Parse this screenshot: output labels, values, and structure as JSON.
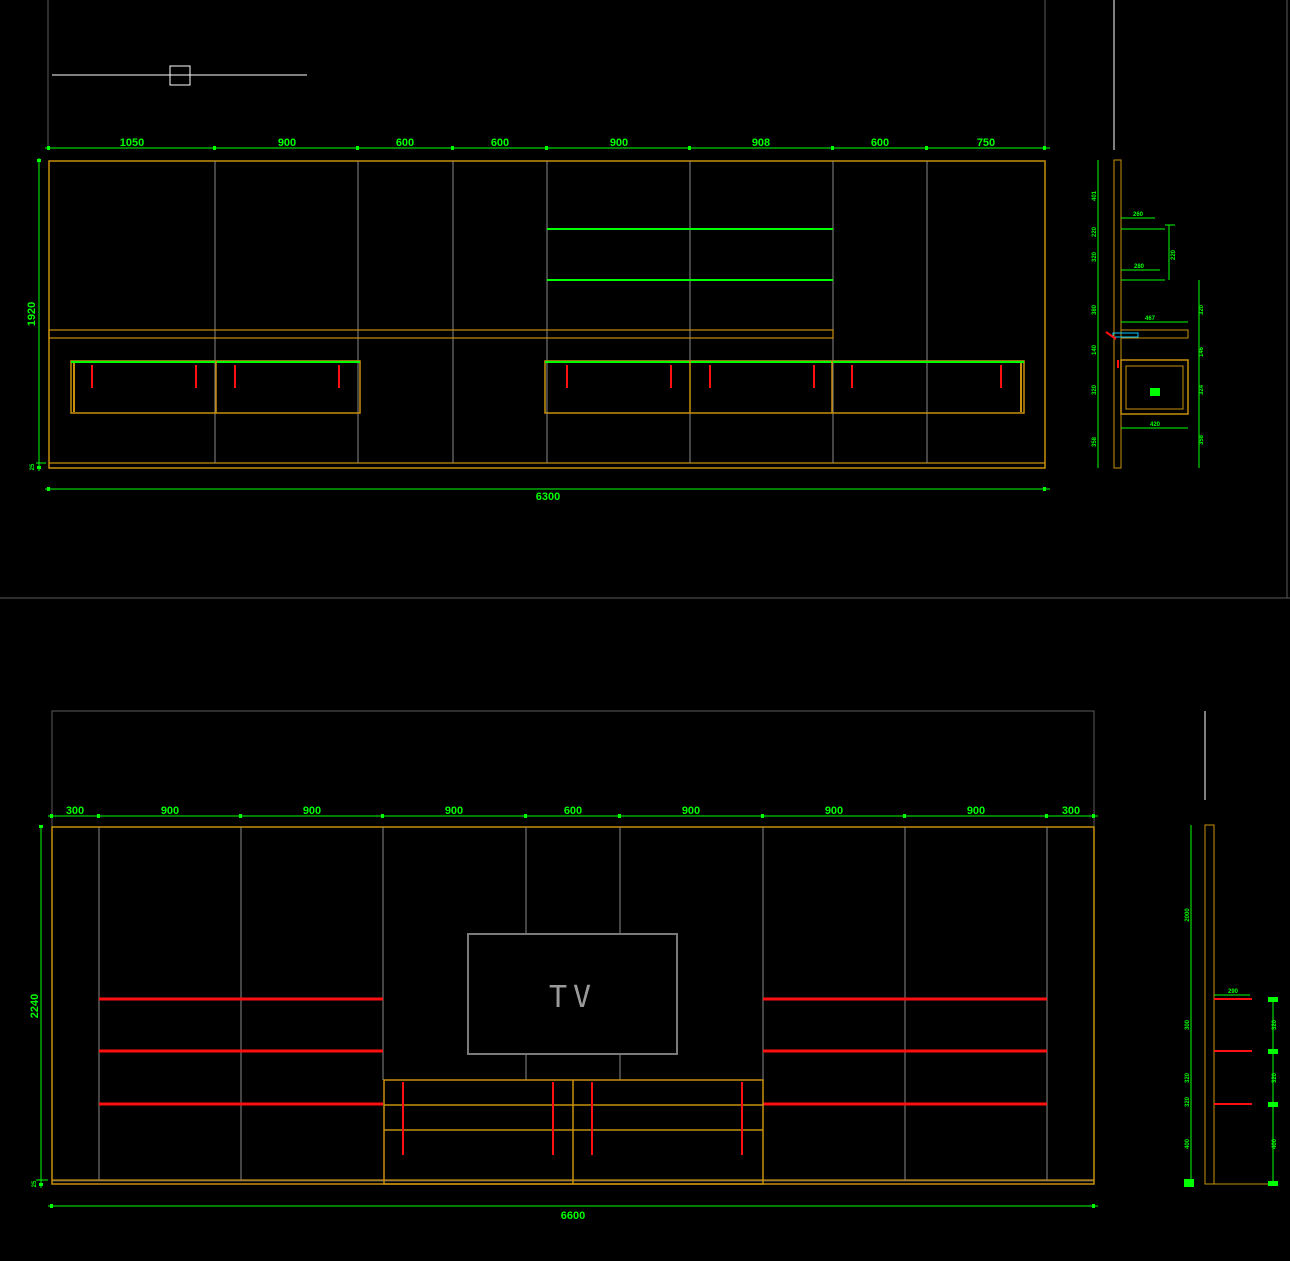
{
  "elevation_1": {
    "top_dims": [
      "1050",
      "900",
      "600",
      "600",
      "900",
      "908",
      "600",
      "750"
    ],
    "total_width": "6300",
    "height": "1920",
    "base": "25"
  },
  "section_1": {
    "dims_left": [
      "401",
      "220",
      "320",
      "380",
      "140",
      "320",
      "358"
    ],
    "dims_right": [
      "320",
      "220",
      "146",
      "324",
      "358"
    ],
    "shelf_depths": [
      "260",
      "280",
      "467",
      "420"
    ]
  },
  "elevation_2": {
    "top_dims": [
      "300",
      "900",
      "900",
      "900",
      "600",
      "900",
      "900",
      "900",
      "300"
    ],
    "total_width": "6600",
    "height": "2240",
    "base": "25",
    "tv_label": "TV"
  },
  "section_2": {
    "dims_left": [
      "2000",
      "300",
      "320",
      "320",
      "400"
    ],
    "dims_right": [
      "320",
      "320",
      "400"
    ],
    "shelf_depth": "290"
  },
  "colors": {
    "background": "#000000",
    "cabinet": "#c8900c",
    "dimension": "#00ff00",
    "handle": "#ff1010",
    "grid_line": "#8a8a8a",
    "tv_frame": "#7a7a7a"
  }
}
